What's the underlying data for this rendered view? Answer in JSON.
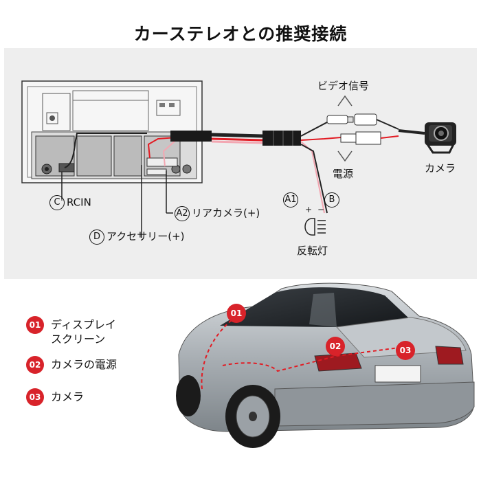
{
  "title": "カーステレオとの推奨接続",
  "labels": {
    "video_signal": "ビデオ信号",
    "power": "電源",
    "camera": "カメラ",
    "reverse_light": "反転灯",
    "rcin": {
      "letter": "C",
      "text": "RCIN"
    },
    "rear_camera": {
      "letter": "A2",
      "text": "リアカメラ(+)"
    },
    "accessory": {
      "letter": "D",
      "text": "アクセサリー(+)"
    },
    "a1": "A1",
    "b": "B",
    "plus": "+",
    "minus": "−"
  },
  "legend": [
    {
      "num": "01",
      "text": "ディスプレイ\nスクリーン"
    },
    {
      "num": "02",
      "text": "カメラの電源"
    },
    {
      "num": "03",
      "text": "カメラ"
    }
  ],
  "car_badges": [
    "01",
    "02",
    "03"
  ],
  "colors": {
    "accent": "#d8232a",
    "panel": "#eeeeee",
    "wire_red": "#e21b23",
    "wire_pink": "#f3a7b2"
  }
}
